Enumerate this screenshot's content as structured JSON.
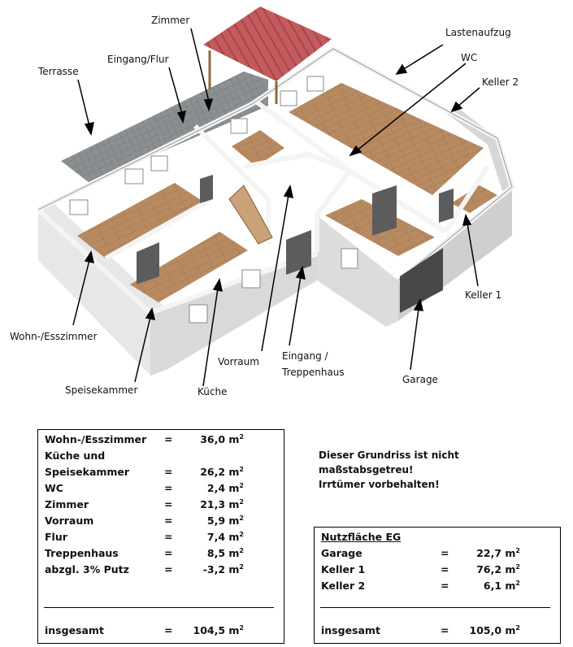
{
  "labels": {
    "zimmer": "Zimmer",
    "eingang_flur": "Eingang/Flur",
    "terrasse": "Terrasse",
    "lastenaufzug": "Lastenaufzug",
    "wc": "WC",
    "keller2": "Keller 2",
    "keller1": "Keller 1",
    "wohn": "Wohn-/Esszimmer",
    "speisekammer": "Speisekammer",
    "kueche": "Küche",
    "vorraum": "Vorraum",
    "eingang_treppenhaus": "Eingang / Treppenhaus",
    "garage": "Garage"
  },
  "wohnflaeche": {
    "rows": [
      {
        "name": "Wohn-/Esszimmer",
        "eq": "=",
        "value": "36,0 m",
        "unit_exp": "2"
      },
      {
        "name": "Küche und",
        "eq": "",
        "value": "",
        "unit_exp": ""
      },
      {
        "name": "Speisekammer",
        "eq": "=",
        "value": "26,2 m",
        "unit_exp": "2"
      },
      {
        "name": "WC",
        "eq": "=",
        "value": "2,4 m",
        "unit_exp": "2"
      },
      {
        "name": "Zimmer",
        "eq": "=",
        "value": "21,3 m",
        "unit_exp": "2"
      },
      {
        "name": "Vorraum",
        "eq": "=",
        "value": "5,9 m",
        "unit_exp": "2"
      },
      {
        "name": "Flur",
        "eq": "=",
        "value": "7,4 m",
        "unit_exp": "2"
      },
      {
        "name": "Treppenhaus",
        "eq": "=",
        "value": "8,5 m",
        "unit_exp": "2"
      },
      {
        "name": "abzgl. 3% Putz",
        "eq": "=",
        "value": "-3,2 m",
        "unit_exp": "2"
      }
    ],
    "total": {
      "name": "insgesamt",
      "eq": "=",
      "value": "104,5 m",
      "unit_exp": "2"
    }
  },
  "nutzflaeche": {
    "heading": "Nutzfläche EG",
    "rows": [
      {
        "name": "Garage",
        "eq": "=",
        "value": "22,7 m",
        "unit_exp": "2"
      },
      {
        "name": "Keller 1",
        "eq": "=",
        "value": "76,2 m",
        "unit_exp": "2"
      },
      {
        "name": "Keller 2",
        "eq": "=",
        "value": "6,1 m",
        "unit_exp": "2"
      }
    ],
    "total": {
      "name": "insgesamt",
      "eq": "=",
      "value": "105,0 m",
      "unit_exp": "2"
    }
  },
  "note": {
    "line1": "Dieser Grundriss ist nicht",
    "line2": "maßstabsgetreu!",
    "line3": "Irrtümer vorbehalten!"
  }
}
